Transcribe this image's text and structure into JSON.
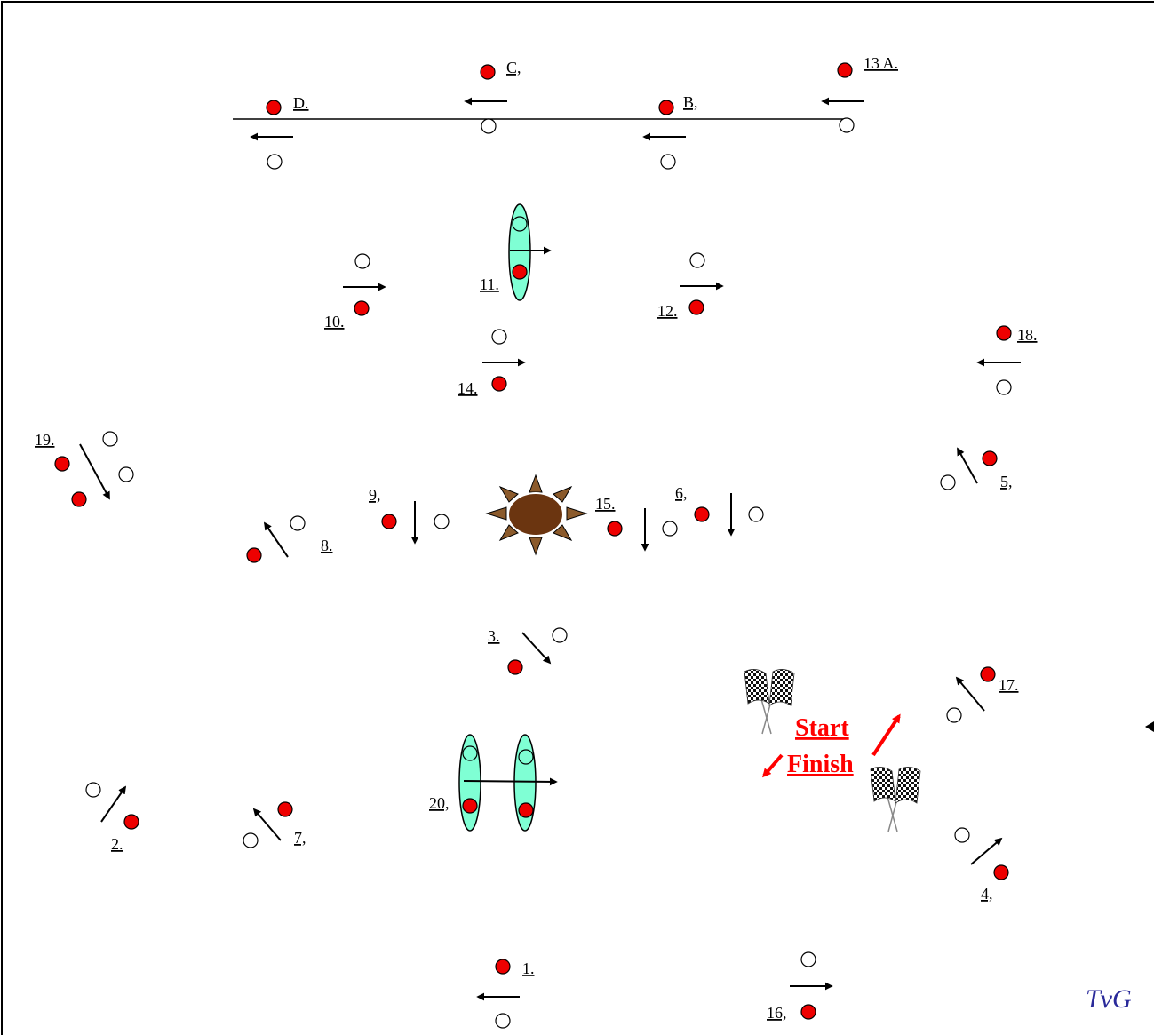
{
  "labels": {
    "c13a": "13 A.",
    "b": "B,",
    "c": "C,",
    "d": "D.",
    "c10": "10.",
    "c11": "11.",
    "c12": "12.",
    "c14": "14.",
    "c18": "18.",
    "c19": "19.",
    "c5": "5,",
    "c9": "9,",
    "c15": "15.",
    "c6": "6,",
    "c8": "8.",
    "c3": "3.",
    "c17": "17.",
    "c2": "2.",
    "c7": "7,",
    "c20": "20,",
    "c4": "4,",
    "c1": "1.",
    "c16": "16,"
  },
  "start_label": "Start",
  "finish_label": "Finish",
  "signature": "TvG",
  "colors": {
    "red_cone": "#ee0000",
    "accent_red": "#ff0000",
    "oval_fill": "#7fffd4",
    "sun_body": "#6b3510",
    "sun_ray": "#8b5a2b",
    "signature": "#2a2a9a"
  }
}
